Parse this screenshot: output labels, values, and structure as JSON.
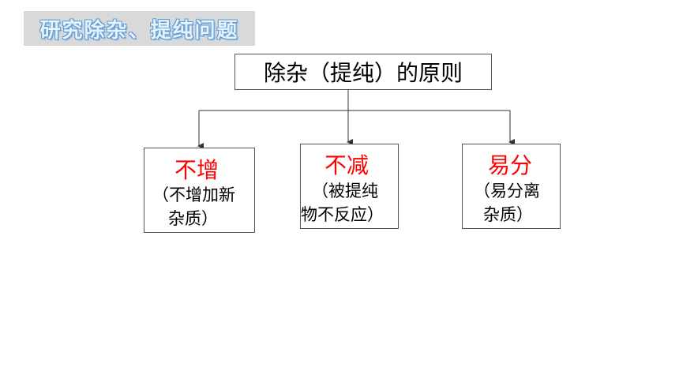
{
  "heading": "研究除杂、提纯问题",
  "root": "除杂（提纯）的原则",
  "principles": [
    {
      "title": "不增",
      "desc_line1": "（不增加新",
      "desc_line2": "杂质）"
    },
    {
      "title": "不减",
      "desc_line1": "（被提纯",
      "desc_line2": "物不反应）"
    },
    {
      "title": "易分",
      "desc_line1": "（易分离",
      "desc_line2": "杂质）"
    }
  ],
  "colors": {
    "principle_title": "#ff0000",
    "heading_banner": "#d9d9d9",
    "heading_outline": "#5b9bd5"
  }
}
